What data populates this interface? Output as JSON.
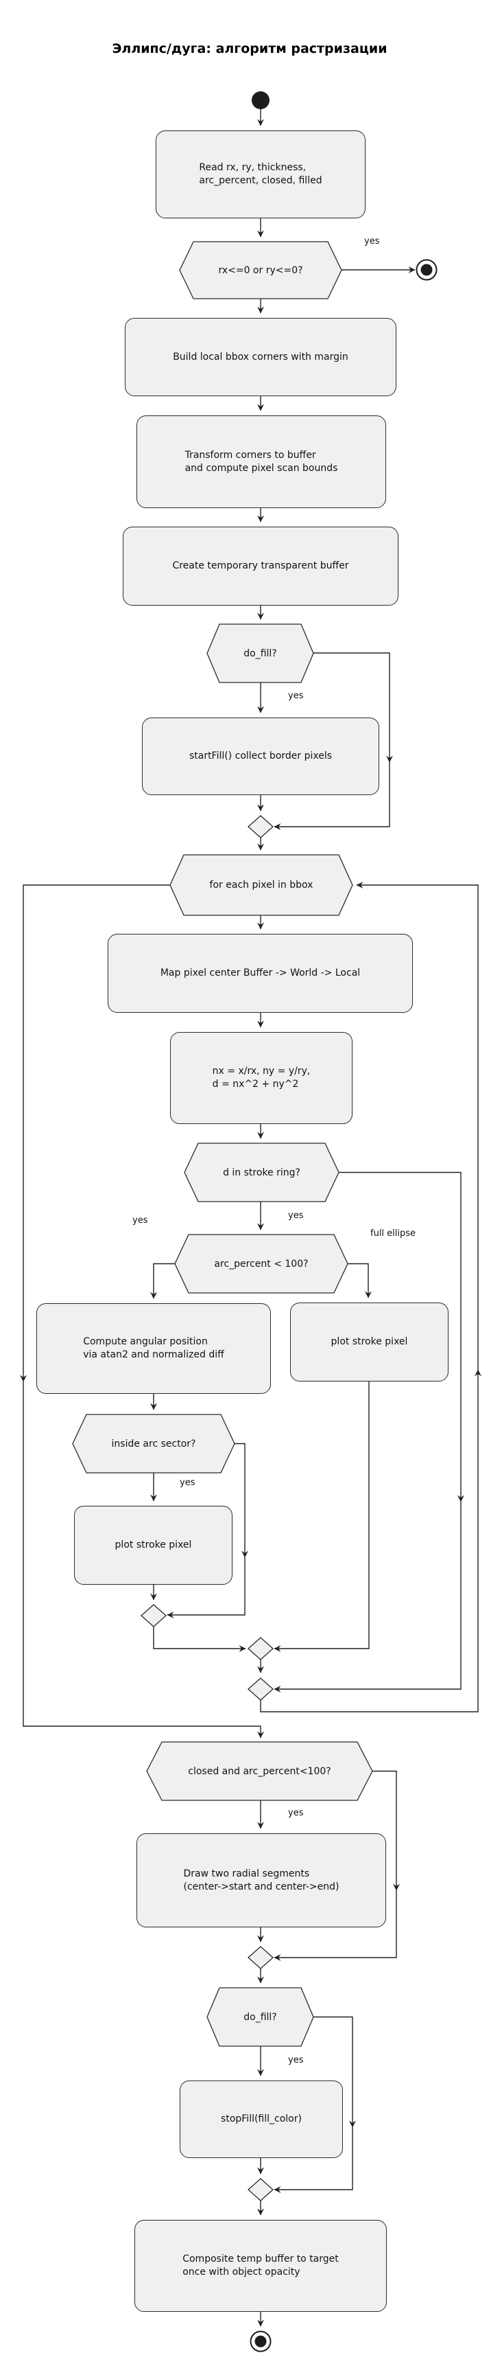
{
  "title": "Эллипс/дуга: алгоритм растризации",
  "nodes": {
    "read_params": "Read rx, ry, thickness,\narc_percent, closed, filled",
    "radii_check": "rx<=0 or ry<=0?",
    "build_bbox": "Build local bbox corners with margin",
    "transform_corners": "Transform corners to buffer\nand compute pixel scan bounds",
    "create_buffer": "Create temporary transparent buffer",
    "do_fill_first": "do_fill?",
    "start_fill": "startFill() collect border pixels",
    "pixel_loop": "for each pixel in bbox",
    "map_pixel": "Map pixel center Buffer -> World -> Local",
    "normalize": "nx = x/rx, ny = y/ry,\nd = nx^2 + ny^2",
    "stroke_ring": "d in stroke ring?",
    "arc_percent_check": "arc_percent < 100?",
    "angular_position": "Compute angular position\nvia atan2 and normalized diff",
    "plot_stroke_full": "plot stroke pixel",
    "inside_arc": "inside arc sector?",
    "plot_stroke_arc": "plot stroke pixel",
    "closed_check": "closed and arc_percent<100?",
    "radial_segments": "Draw two radial segments\n(center->start and center->end)",
    "do_fill_second": "do_fill?",
    "stop_fill": "stopFill(fill_color)",
    "composite": "Composite temp buffer to target\nonce with object opacity"
  },
  "edge_labels": {
    "yes": "yes",
    "full_ellipse": "full ellipse"
  },
  "colors": {
    "background": "#ffffff",
    "node_fill": "#f0f0f0",
    "node_border": "#2b2b2b",
    "edge": "#222222",
    "text": "#111111"
  }
}
